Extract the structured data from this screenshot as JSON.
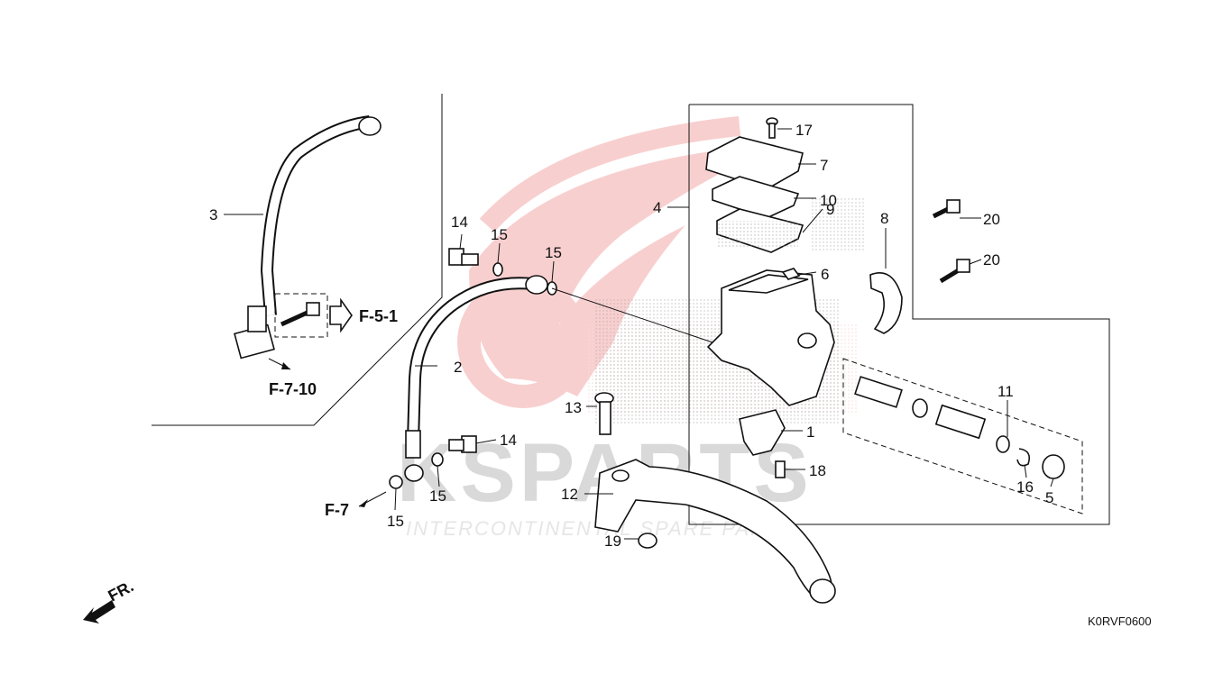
{
  "diagram_code": "K0RVF0600",
  "watermark": {
    "brand": "KSPARTS",
    "tagline": "INTERCONTINENTAL SPARE PARTS",
    "color": "#e32b2b"
  },
  "front_indicator": "FR.",
  "references": [
    "F-5-1",
    "F-7-10",
    "F-7"
  ],
  "callouts": [
    "1",
    "2",
    "3",
    "4",
    "5",
    "6",
    "7",
    "8",
    "9",
    "10",
    "11",
    "12",
    "13",
    "14",
    "14",
    "15",
    "15",
    "15",
    "15",
    "16",
    "17",
    "18",
    "19",
    "20",
    "20"
  ]
}
